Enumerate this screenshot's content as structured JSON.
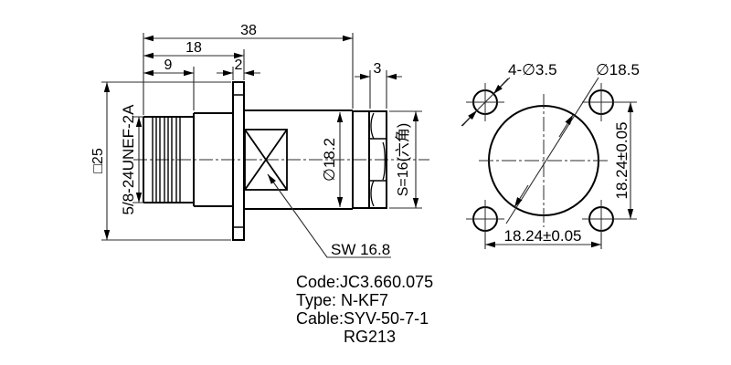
{
  "side_view": {
    "dim_overall_length": "38",
    "dim_to_flange": "18",
    "dim_thread_length": "9",
    "dim_flange_thickness": "2",
    "dim_hex_thickness": "3",
    "dim_flange_square": "□25",
    "thread_spec": "5/8-24UNEF-2A",
    "body_diameter": "∅18.2",
    "hex_size": "S=16(六角)",
    "wrench_size": "SW 16.8"
  },
  "front_view": {
    "hole_spec": "4-∅3.5",
    "circle_diameter": "∅18.5",
    "hole_pitch_horizontal": "18.24±0.05",
    "hole_pitch_vertical": "18.24±0.05"
  },
  "notes": {
    "line1": "Code:JC3.660.075",
    "line2": "Type: N-KF7",
    "line3": "Cable:SYV-50-7-1",
    "line4": "RG213"
  },
  "colors": {
    "outline": "#000000",
    "thin_line": "#2b2b2b",
    "background": "#ffffff"
  }
}
